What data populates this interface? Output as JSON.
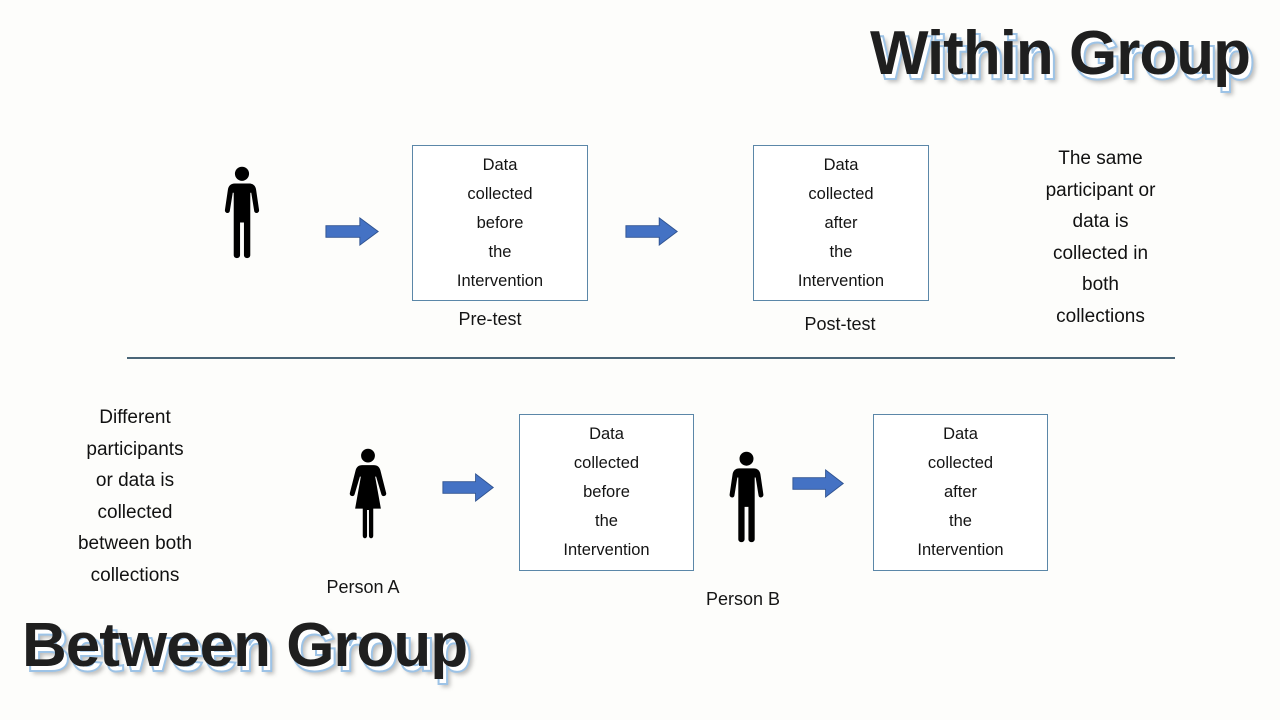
{
  "titles": {
    "within_group": "Within Group",
    "between_group": "Between Group"
  },
  "within_section": {
    "participant_icon": "man-icon",
    "pretest_box": "Data\ncollected\nbefore\nthe\nIntervention",
    "pretest_label": "Pre-test",
    "posttest_box": "Data\ncollected\nafter\nthe\nIntervention",
    "posttest_label": "Post-test",
    "description": "The same\nparticipant or\ndata is\ncollected in\nboth\ncollections"
  },
  "between_section": {
    "description": "Different\nparticipants\nor data is\ncollected\nbetween both\ncollections",
    "person_a_icon": "woman-icon",
    "person_a_label": "Person A",
    "before_box": "Data\ncollected\nbefore\nthe\nIntervention",
    "person_b_icon": "man-icon",
    "person_b_label": "Person B",
    "after_box": "Data\ncollected\nafter\nthe\nIntervention"
  },
  "colors": {
    "arrow_fill": "#4472C4",
    "arrow_stroke": "#2F528F",
    "box_border": "#5B87A8",
    "divider": "#4A6678",
    "title_text": "#1F1F1F",
    "title_outline": "#9DC3E6",
    "icon_fill": "#000000"
  }
}
